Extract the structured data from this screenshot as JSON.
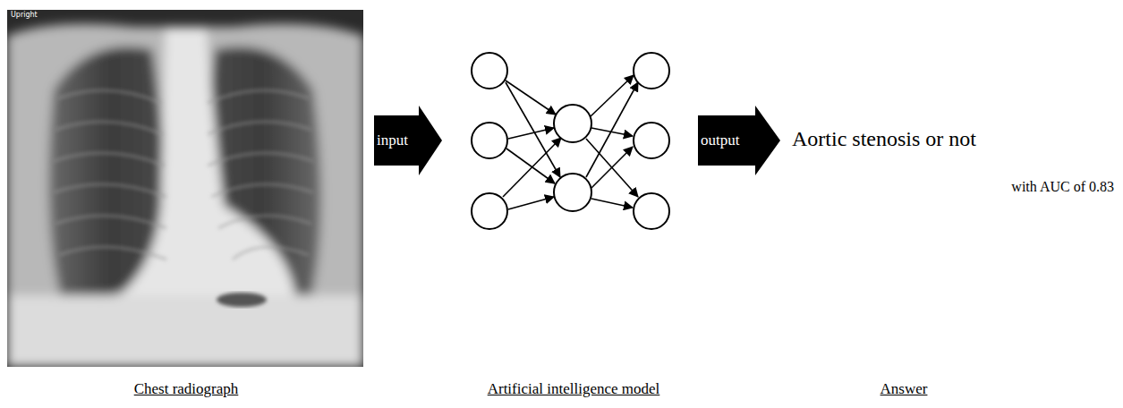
{
  "diagram": {
    "nodes": [
      {
        "text": [
          "input"
        ]
      },
      {
        "text": [
          "output"
        ]
      }
    ],
    "labels": [
      "Upright",
      "Chest radiograph",
      "Artificial intelligence model",
      "Aortic stenosis or not",
      "with AUC of 0.83",
      "Answer"
    ]
  }
}
